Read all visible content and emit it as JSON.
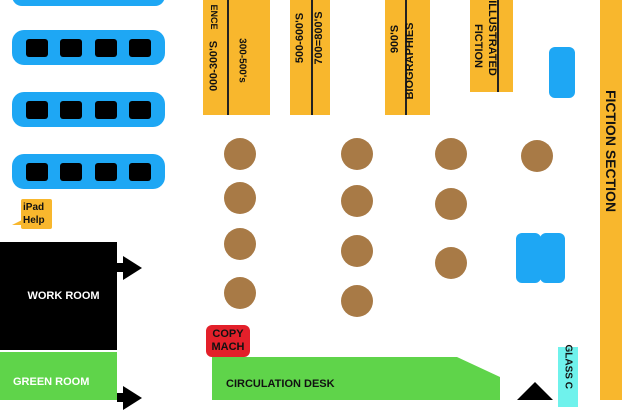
{
  "shelves": {
    "reference": "ENCE",
    "s000_300": "000-300'S",
    "s300_500": "300-500's",
    "s500_600": "500-600'S",
    "s700_800": "700=800'S",
    "s900": "900'S",
    "biographies": "BIOGRAPHIES",
    "illustrated_fiction_1": "ILLUSTRATED",
    "illustrated_fiction_2": "FICTION"
  },
  "fiction_section": "FICTION SECTION",
  "ipad_help": {
    "line1": "iPad",
    "line2": "Help"
  },
  "work_room": "WORK ROOM",
  "green_room": "GREEN ROOM",
  "copy_machine": {
    "line1": "COPY",
    "line2": "MACH"
  },
  "circulation_desk": "CIRCULATION DESK",
  "glass_case": "GLASS C",
  "colors": {
    "shelf": "#f8b72d",
    "table": "#1ea7f4",
    "green": "#5fd44a",
    "copy": "#e3202a",
    "glass": "#6ff2ec",
    "seat_round": "#a87a46"
  }
}
